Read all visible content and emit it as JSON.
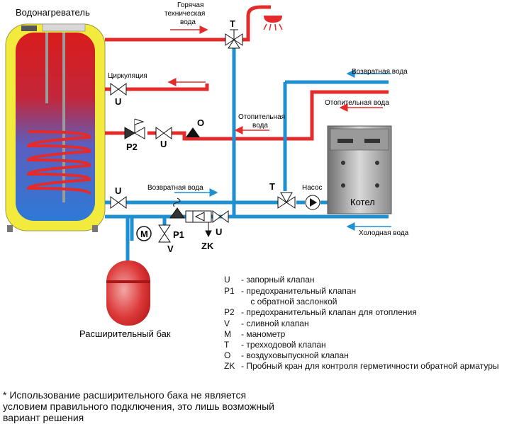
{
  "labels": {
    "water_heater": "Водонагреватель",
    "hot_water_line1": "Горячая",
    "hot_water_line2": "техническая",
    "hot_water_line3": "вода",
    "circulation": "Циркуляция",
    "return_water_top": "Возвратная  вода",
    "heating_water_top": "Отопительная вода",
    "heating_water_mid1": "Отопительная",
    "heating_water_mid2": "вода",
    "return_water_mid": "Возвратная  вода",
    "cold_water": "Холодная вода",
    "pump": "Насос",
    "boiler": "Котел",
    "expansion_tank": "Расширительный бак"
  },
  "valve_letters": {
    "T_top": "T",
    "U_circ": "U",
    "P2": "P2",
    "U_heat": "U",
    "O": "O",
    "U_return": "U",
    "T_mid": "T",
    "M": "M",
    "P1": "P1",
    "V": "V",
    "ZK": "ZK",
    "U_cold": "U"
  },
  "legend": [
    {
      "symbol": "U",
      "text": "- запорный клапан"
    },
    {
      "symbol": "P1",
      "text": "- предохранительный клапан"
    },
    {
      "symbol": "",
      "text": "  с обратной заслонкой"
    },
    {
      "symbol": "P2",
      "text": "- предохранительный клапан для отопления"
    },
    {
      "symbol": "V",
      "text": "- сливной клапан"
    },
    {
      "symbol": "M",
      "text": "- манометр"
    },
    {
      "symbol": "T",
      "text": "- трехходовой клапан"
    },
    {
      "symbol": "O",
      "text": "- воздуховыпускной клапан"
    },
    {
      "symbol": "ZK",
      "text": "- Пробный кран для контроля герметичности обратной арматуры"
    }
  ],
  "note": [
    "* Использование расширительного бака не является",
    "условием правильного подключения, это лишь возможный",
    "вариант решения"
  ],
  "colors": {
    "hot_pipe": "#e32b2b",
    "cold_pipe": "#1e8fd0",
    "tank_shell": "#f2ea3c",
    "arrow": "#e32b2b",
    "arrow_blue": "#1e8fd0"
  }
}
